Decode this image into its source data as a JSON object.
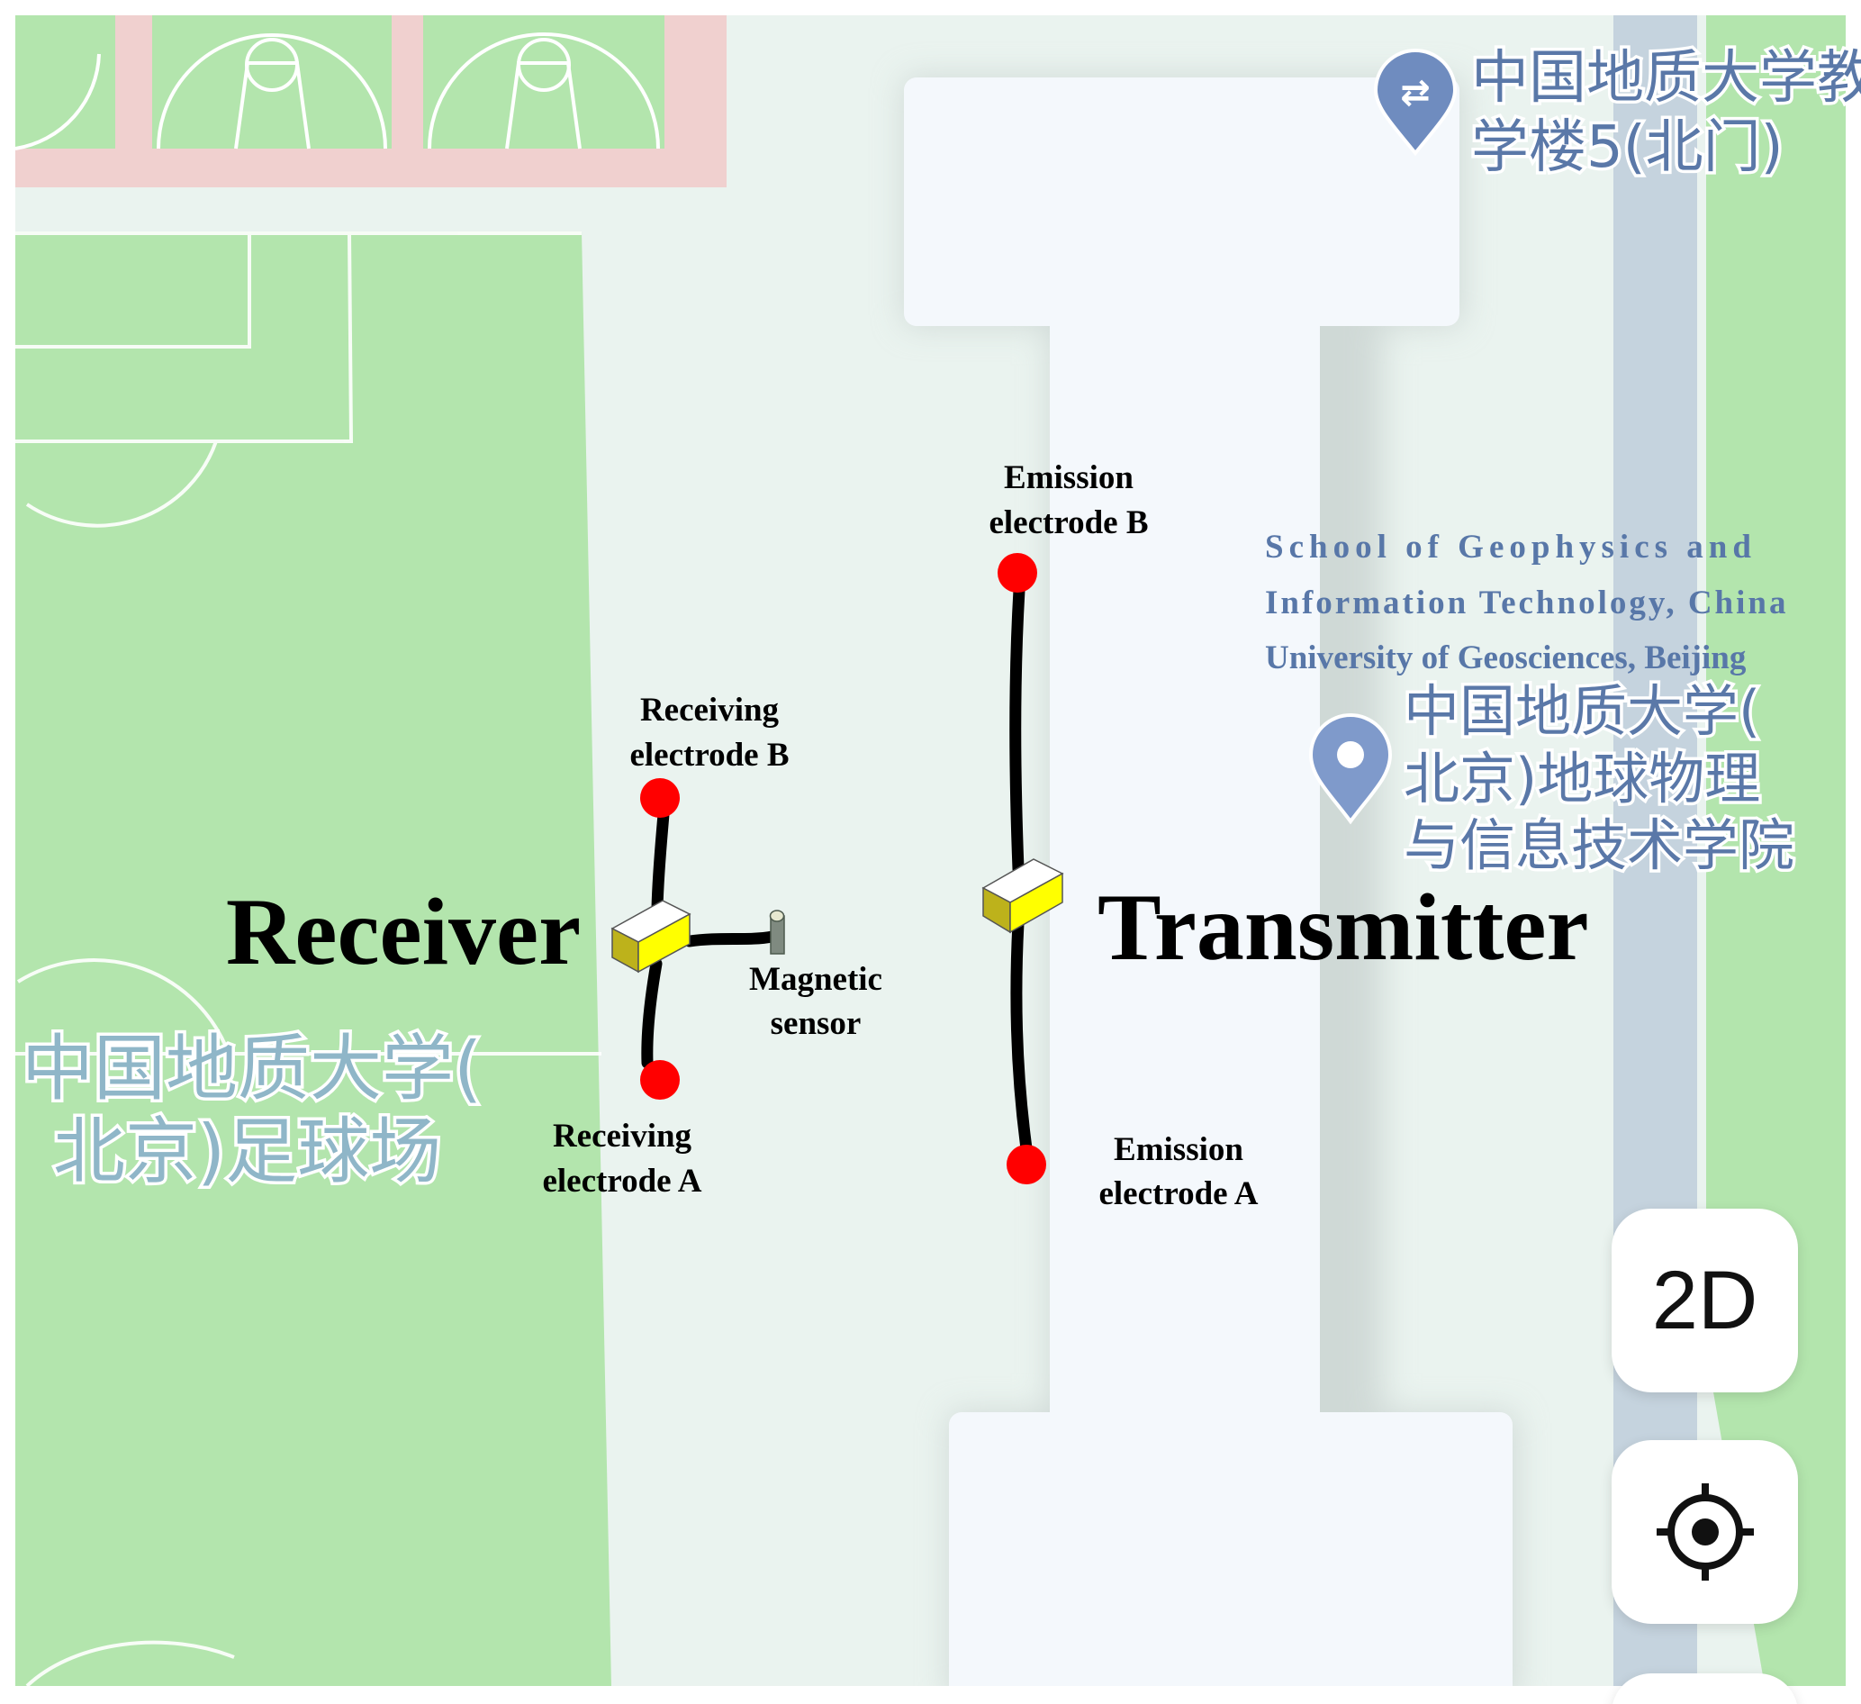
{
  "map": {
    "poi_top_right": {
      "line1": "中国地质大学教",
      "line2": "学楼5(北门)",
      "icon": "entrance-pin-icon"
    },
    "poi_school_cn": {
      "line1": "中国地质大学(",
      "line2": "北京)地球物理",
      "line3": "与信息技术学院",
      "icon": "location-pin-icon"
    },
    "poi_field_cn": {
      "line1": "中国地质大学(",
      "line2": "北京)足球场"
    },
    "school_en": {
      "line1": "School of Geophysics and",
      "line2": "Information Technology, China",
      "line3": "University of Geosciences, Beijing"
    }
  },
  "annotations": {
    "receiver": "Receiver",
    "transmitter": "Transmitter",
    "receiving_b": {
      "line1": "Receiving",
      "line2": "electrode B"
    },
    "receiving_a": {
      "line1": "Receiving",
      "line2": "electrode A"
    },
    "emission_b": {
      "line1": "Emission",
      "line2": "electrode B"
    },
    "emission_a": {
      "line1": "Emission",
      "line2": "electrode A"
    },
    "magnetic": {
      "line1": "Magnetic",
      "line2": "sensor"
    }
  },
  "controls": {
    "view_mode_label": "2D",
    "locate_icon": "crosshair-locate-icon"
  },
  "colors": {
    "grass": "#b3e5ad",
    "court_border": "#f0d0cf",
    "building": "#f4f8fc",
    "road": "#c5d3de",
    "ground": "#eaf3ef",
    "electrode": "#ff0000",
    "box": "#ffff00"
  }
}
